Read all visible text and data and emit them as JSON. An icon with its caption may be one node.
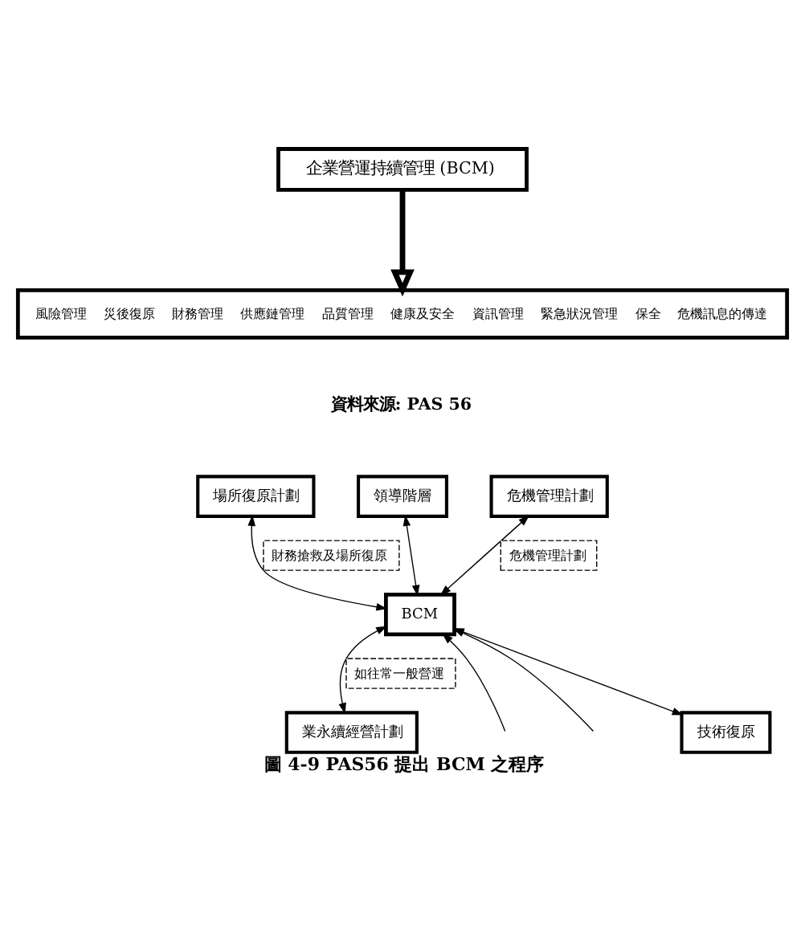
{
  "diagram": {
    "caption": "圖 4-9 PAS56 提出 BCM 之程序",
    "nodes": [
      {
        "text": [
          "企業營運持續管理 (BCM)"
        ]
      },
      {
        "text": [
          "風險管理",
          "災後復原",
          "財務管理",
          "供應鏈管理",
          "品質管理",
          "健康及安全",
          "資訊管理",
          "緊急狀況管理",
          "保全",
          "危機訊息的傳達"
        ]
      },
      {
        "text": [
          "領導階層"
        ]
      },
      {
        "text": [
          "場所復原計劃"
        ]
      },
      {
        "text": [
          "危機管理計劃"
        ]
      },
      {
        "text": [
          "BCM"
        ]
      },
      {
        "text": [
          "業永續經營計劃"
        ]
      },
      {
        "text": [
          "技術復原"
        ]
      }
    ],
    "edges": [
      {
        "from": 0,
        "to": 1,
        "arrow": "to",
        "style": "thick"
      },
      {
        "from": 2,
        "to": 5,
        "arrow": "both"
      },
      {
        "from": 3,
        "to": 5,
        "arrow": "both",
        "label": "財務搶救及場所復原"
      },
      {
        "from": 4,
        "to": 5,
        "arrow": "both",
        "label": "危機管理計劃"
      },
      {
        "from": 5,
        "to": 6,
        "arrow": "both",
        "label": "如往常一般營運"
      },
      {
        "from": 5,
        "to": 7,
        "arrow": "both"
      },
      {
        "from": null,
        "to": 5,
        "arrow": "to"
      },
      {
        "from": null,
        "to": 5,
        "arrow": "to"
      }
    ],
    "labels": [
      "資料來源: PAS 56"
    ]
  }
}
